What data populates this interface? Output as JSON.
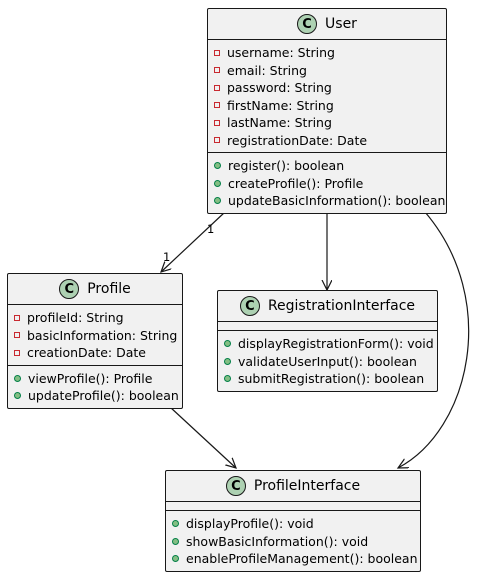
{
  "classes": {
    "user": {
      "name": "User",
      "stereotype_letter": "C",
      "attributes": [
        "username: String",
        "email: String",
        "password: String",
        "firstName: String",
        "lastName: String",
        "registrationDate: Date"
      ],
      "methods": [
        "register(): boolean",
        "createProfile(): Profile",
        "updateBasicInformation(): boolean"
      ]
    },
    "profile": {
      "name": "Profile",
      "stereotype_letter": "C",
      "attributes": [
        "profileId: String",
        "basicInformation: String",
        "creationDate: Date"
      ],
      "methods": [
        "viewProfile(): Profile",
        "updateProfile(): boolean"
      ]
    },
    "registration_interface": {
      "name": "RegistrationInterface",
      "stereotype_letter": "C",
      "attributes": [],
      "methods": [
        "displayRegistrationForm(): void",
        "validateUserInput(): boolean",
        "submitRegistration(): boolean"
      ]
    },
    "profile_interface": {
      "name": "ProfileInterface",
      "stereotype_letter": "C",
      "attributes": [],
      "methods": [
        "displayProfile(): void",
        "showBasicInformation(): void",
        "enableProfileManagement(): boolean"
      ]
    }
  },
  "relations": [
    {
      "from": "User",
      "to": "Profile",
      "from_multiplicity": "1",
      "to_multiplicity": "1"
    },
    {
      "from": "User",
      "to": "RegistrationInterface"
    },
    {
      "from": "User",
      "to": "ProfileInterface"
    },
    {
      "from": "Profile",
      "to": "ProfileInterface"
    }
  ],
  "colors": {
    "class_fill": "#f1f1f1",
    "border": "#181818",
    "class_icon": "#add1b2",
    "private_marker": "#c82930",
    "public_marker": "#84be84"
  }
}
